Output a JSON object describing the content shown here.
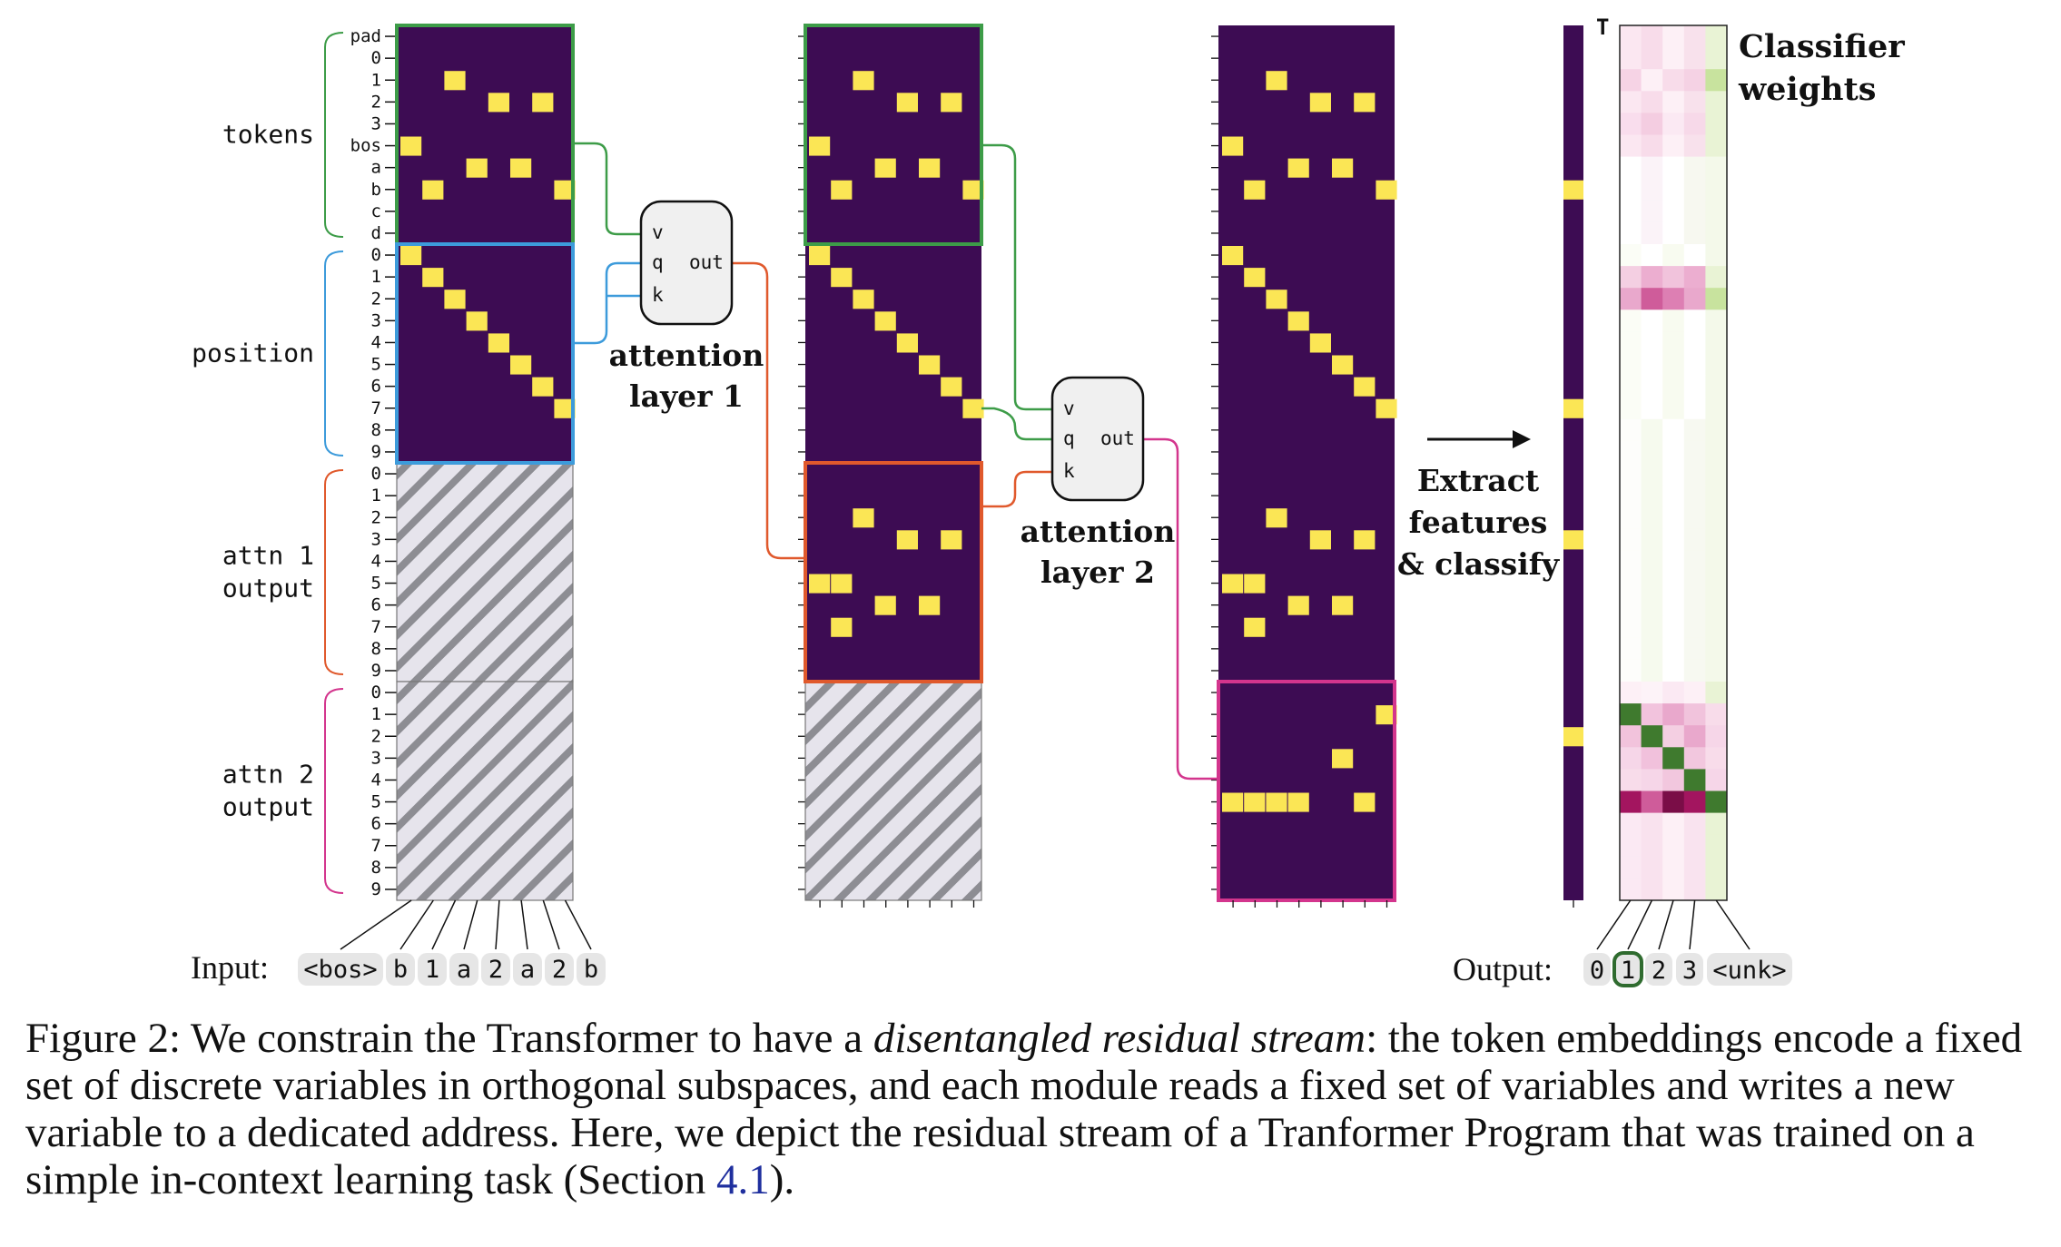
{
  "figure": {
    "group_labels": [
      "tokens",
      "position",
      "attn 1\noutput",
      "attn 2\noutput"
    ],
    "row_labels": [
      "pad",
      "0",
      "1",
      "2",
      "3",
      "bos",
      "a",
      "b",
      "c",
      "d",
      "0",
      "1",
      "2",
      "3",
      "4",
      "5",
      "6",
      "7",
      "8",
      "9",
      "0",
      "1",
      "2",
      "3",
      "4",
      "5",
      "6",
      "7",
      "8",
      "9",
      "0",
      "1",
      "2",
      "3",
      "4",
      "5",
      "6",
      "7",
      "8",
      "9"
    ],
    "attention_layers": [
      {
        "title_line1": "attention",
        "title_line2": "layer 1",
        "ports": [
          "v",
          "q",
          "k"
        ],
        "out": "out"
      },
      {
        "title_line1": "attention",
        "title_line2": "layer 2",
        "ports": [
          "v",
          "q",
          "k"
        ],
        "out": "out"
      }
    ],
    "extract_label": [
      "Extract",
      "features",
      "& classify"
    ],
    "transpose_mark": "T",
    "classifier_title": [
      "Classifier",
      "weights"
    ],
    "input_label": "Input:",
    "input_tokens": [
      "<bos>",
      "b",
      "1",
      "a",
      "2",
      "a",
      "2",
      "b"
    ],
    "output_label": "Output:",
    "output_tokens": [
      "0",
      "1",
      "2",
      "3",
      "<unk>"
    ],
    "output_selected_index": 1,
    "colors": {
      "matrix_bg": "#3d0c53",
      "matrix_on": "#fbe655",
      "tokens_box": "#3d9c48",
      "position_box": "#3d9bdb",
      "attn1_box": "#e0592c",
      "attn2_box": "#d3358d",
      "hatch_bg": "#e6e4ec",
      "hatch_stroke": "#8d8d93",
      "selected_output": "#2f6b2f"
    },
    "matrices": {
      "residual_0": {
        "tokens": [
          [
            5
          ],
          [
            7
          ],
          [
            2,
            6
          ],
          [
            3,
            6
          ],
          [
            4,
            6
          ],
          [
            6
          ]
        ],
        "position": [
          [
            0
          ],
          [
            1
          ],
          [
            2
          ],
          [
            3
          ],
          [
            4
          ],
          [
            5
          ],
          [
            6
          ],
          [
            7
          ]
        ]
      },
      "residual_1": {
        "attn1": [
          [
            5
          ],
          [
            5,
            6
          ],
          [
            3
          ],
          [
            1,
            4
          ],
          [
            2,
            5
          ],
          [
            1,
            4
          ],
          [
            2,
            5
          ],
          [
            1
          ]
        ]
      },
      "residual_2": {
        "attn2": [
          [
            5
          ],
          [
            5
          ],
          [
            5
          ],
          [
            5
          ],
          [
            5
          ],
          [
            4
          ],
          [
            5
          ],
          [
            3
          ]
        ]
      },
      "features_on_rows": [
        7,
        17,
        23,
        32
      ]
    }
  }
}
